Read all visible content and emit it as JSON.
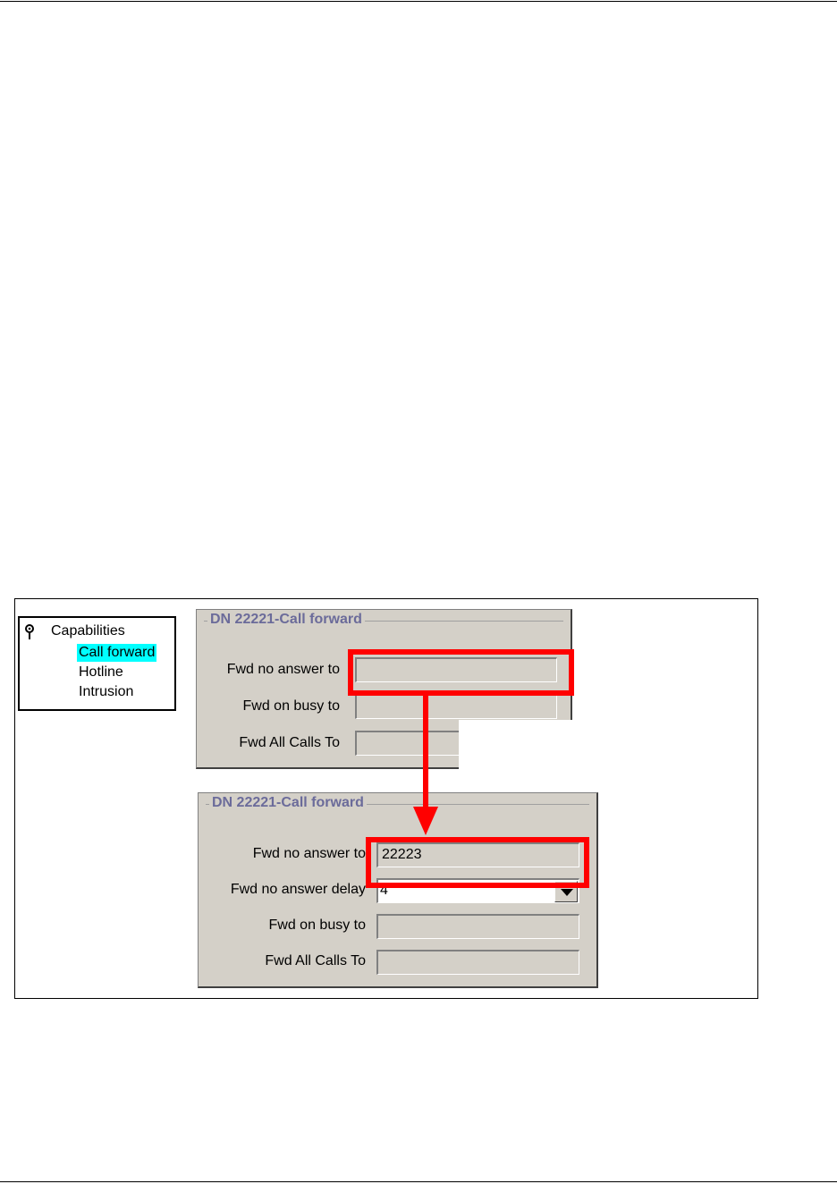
{
  "tree": {
    "root": "Capabilities",
    "items": [
      {
        "label": "Call forward",
        "selected": true
      },
      {
        "label": "Hotline",
        "selected": false
      },
      {
        "label": "Intrusion",
        "selected": false
      }
    ]
  },
  "panel_before": {
    "title": "DN 22221-Call forward",
    "fields": [
      {
        "label": "Fwd no answer to",
        "value": ""
      },
      {
        "label": "Fwd on busy to",
        "value": ""
      },
      {
        "label": "Fwd All Calls To",
        "value": ""
      }
    ]
  },
  "panel_after": {
    "title": "DN 22221-Call forward",
    "fields": [
      {
        "label": "Fwd no answer to",
        "value": "22223"
      },
      {
        "label": "Fwd no answer delay",
        "value": "4"
      },
      {
        "label": "Fwd on busy to",
        "value": ""
      },
      {
        "label": "Fwd All Calls To",
        "value": ""
      }
    ]
  },
  "colors": {
    "highlight": "#ff0000",
    "selection": "#00ffff",
    "group_title": "#6b6b9a",
    "panel_bg": "#d4d0c8"
  }
}
